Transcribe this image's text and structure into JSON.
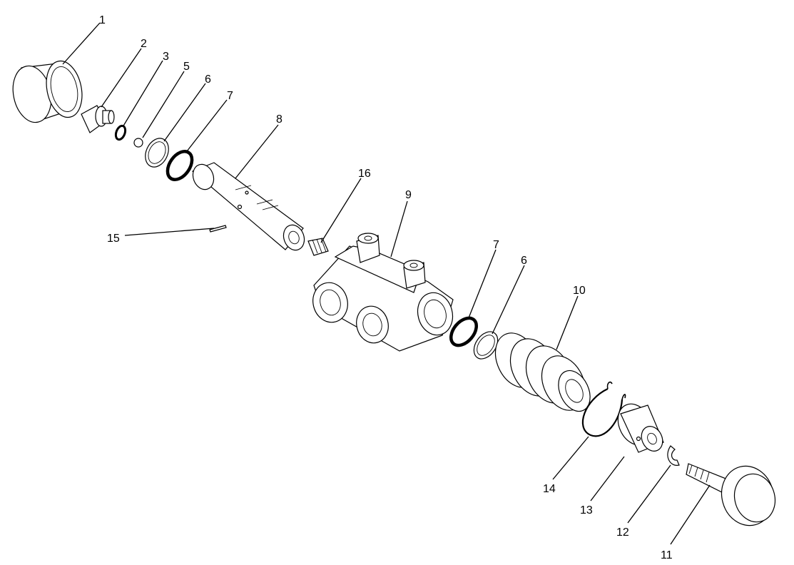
{
  "diagram": {
    "callouts": [
      {
        "id": "c1",
        "label": "1"
      },
      {
        "id": "c2",
        "label": "2"
      },
      {
        "id": "c3",
        "label": "3"
      },
      {
        "id": "c5",
        "label": "5"
      },
      {
        "id": "c6a",
        "label": "6"
      },
      {
        "id": "c7a",
        "label": "7"
      },
      {
        "id": "c8",
        "label": "8"
      },
      {
        "id": "c16",
        "label": "16"
      },
      {
        "id": "c9",
        "label": "9"
      },
      {
        "id": "c15",
        "label": "15"
      },
      {
        "id": "c7b",
        "label": "7"
      },
      {
        "id": "c6b",
        "label": "6"
      },
      {
        "id": "c10",
        "label": "10"
      },
      {
        "id": "c14",
        "label": "14"
      },
      {
        "id": "c13",
        "label": "13"
      },
      {
        "id": "c12",
        "label": "12"
      },
      {
        "id": "c11",
        "label": "11"
      }
    ]
  }
}
